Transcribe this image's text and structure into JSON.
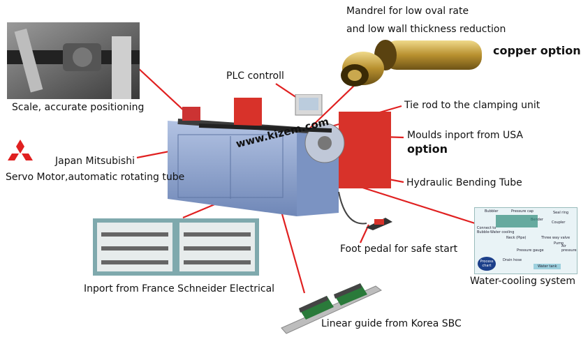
{
  "labels": {
    "mandrel_line1": "Mandrel for low oval rate",
    "mandrel_line2": "and low wall thickness reduction",
    "copper_option": "copper option",
    "plc": "PLC controll",
    "scale": "Scale, accurate positioning",
    "tie_rod": "Tie rod to the clamping unit",
    "moulds_line1": "Moulds inport from USA",
    "moulds_option": "option",
    "mitsubishi_line1": "Japan Mitsubishi",
    "mitsubishi_line2": "Servo Motor,automatic rotating tube",
    "hydraulic": "Hydraulic Bending Tube",
    "foot_pedal": "Foot pedal for safe start",
    "schneider": "Inport from France Schneider Electrical",
    "water_cooling": "Water-cooling system",
    "linear_guide": "Linear guide from Korea SBC",
    "watermark": "www.kizem.com"
  },
  "water_diagram": {
    "bubbler": "Bubbler",
    "pressure_cap": "Pressure cap",
    "seal_ring": "Seal ring",
    "bender": "Bender",
    "coupler": "Coupler",
    "connect": "Connect to",
    "bubble_cooling": "Bubble-Water cooling",
    "neck": "Neck (Pipe)",
    "three_way": "Three way valve",
    "pump": "Pump",
    "air_pressure": "Air pressure",
    "pressure_gauge": "Pressure gauge",
    "drain_hose": "Drain hose",
    "water_tank": "Water tank",
    "process_chart": "Process chart"
  },
  "colors": {
    "leader_line": "#e02020",
    "machine_blue": "#8fa6cf",
    "machine_red": "#d8322a",
    "cabinet_teal": "#7fa9ad",
    "brass": "#c9a74a"
  }
}
